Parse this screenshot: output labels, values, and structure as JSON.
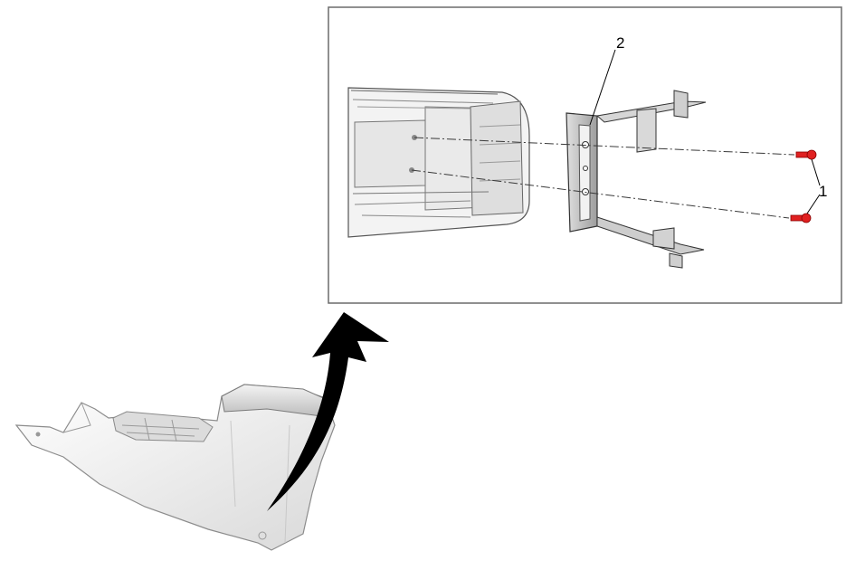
{
  "diagram": {
    "callouts": [
      {
        "id": "1",
        "label": "1"
      },
      {
        "id": "2",
        "label": "2"
      }
    ],
    "colors": {
      "line": "#3a3a3a",
      "fastener": "#e02020",
      "arrow": "#000000",
      "part_fill": "#f2f2f2",
      "bracket_fill": "#c8c8c8",
      "frame": "#6b6b6b"
    }
  }
}
